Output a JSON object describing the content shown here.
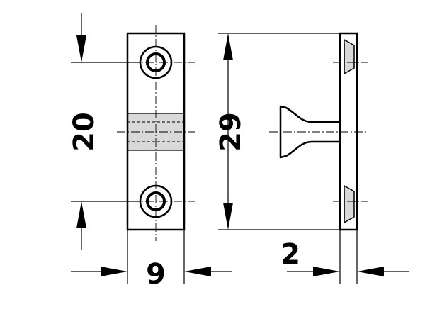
{
  "dimensions": {
    "height_between_holes": "20",
    "overall_height": "29",
    "width": "9",
    "thickness": "2"
  },
  "colors": {
    "line": "#000000",
    "fill": "#d9d9d9",
    "background": "#ffffff"
  }
}
